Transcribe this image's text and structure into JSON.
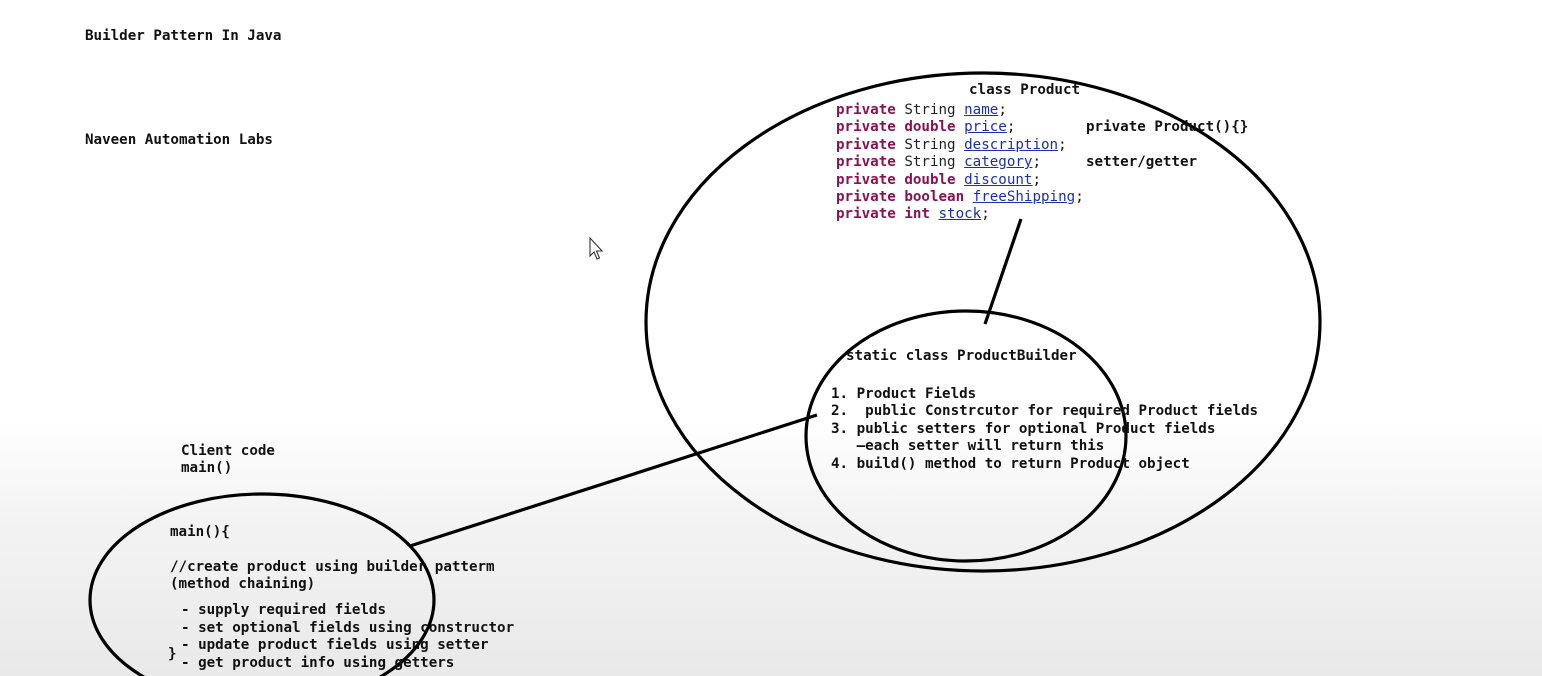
{
  "header": {
    "title": "Builder Pattern In Java",
    "author": "Naveen Automation Labs"
  },
  "product_class": {
    "title": "class Product",
    "fields": [
      {
        "modifier": "private",
        "type": "String",
        "name": "name"
      },
      {
        "modifier": "private",
        "type": "double",
        "name": "price"
      },
      {
        "modifier": "private",
        "type": "String",
        "name": "description"
      },
      {
        "modifier": "private",
        "type": "String",
        "name": "category"
      },
      {
        "modifier": "private",
        "type": "double",
        "name": "discount"
      },
      {
        "modifier": "private",
        "type": "boolean",
        "name": "freeShipping"
      },
      {
        "modifier": "private",
        "type": "int",
        "name": "stock"
      }
    ],
    "constructor_note": "private Product(){}",
    "accessor_note": "setter/getter"
  },
  "builder_class": {
    "title": "static class ProductBuilder",
    "items": [
      "1. Product Fields",
      "2.  public Constrcutor for required Product fields",
      "3. public setters for optional Product fields",
      "   —each setter will return this",
      "4. build() method to return Product object"
    ]
  },
  "client": {
    "label_line1": "Client code",
    "label_line2": "main()",
    "main_open": "main(){",
    "comment_line1": "//create product using builder patterm",
    "comment_line2": "(method chaining)",
    "steps": [
      "- supply required fields",
      "- set optional fields using constructor",
      "- update product fields using setter",
      "- get product info using getters"
    ],
    "main_close": "}"
  },
  "colors": {
    "keyword": "#8e0f50",
    "field": "#1a2fb0",
    "stroke": "#000000"
  }
}
